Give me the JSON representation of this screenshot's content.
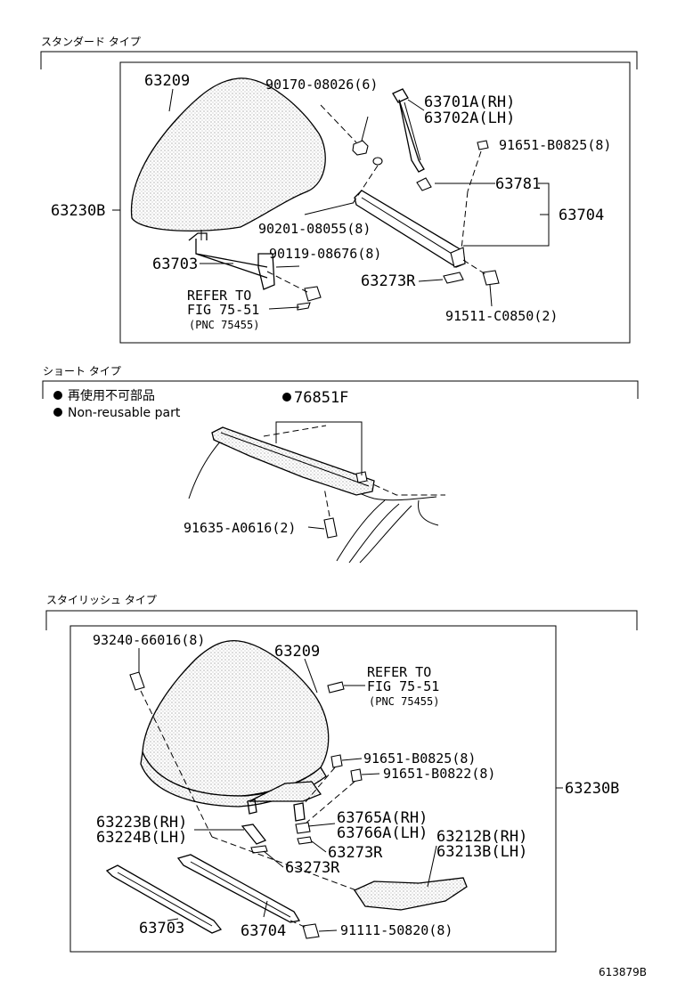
{
  "sections": {
    "standard": "スタンダード タイプ",
    "short": "ショート タイプ",
    "stylish": "スタイリッシュ タイプ"
  },
  "legend": {
    "jp": "再使用不可部品",
    "en": "Non-reusable part"
  },
  "standard_labels": {
    "p63209": "63209",
    "p90170": "90170-08026(6)",
    "p63701": "63701A(RH)",
    "p63702": "63702A(LH)",
    "p91651": "91651-B0825(8)",
    "p63781": "63781",
    "p63704": "63704",
    "p63230B": "63230B",
    "p90201": "90201-08055(8)",
    "p63703": "63703",
    "p90119": "90119-08676(8)",
    "p63273R": "63273R",
    "refer1": "REFER TO",
    "refer2": "FIG 75-51",
    "refer3": "(PNC 75455)",
    "p91511": "91511-C0850(2)"
  },
  "short_labels": {
    "p76851F": "76851F",
    "p91635": "91635-A0616(2)"
  },
  "stylish_labels": {
    "p93240": "93240-66016(8)",
    "p63209": "63209",
    "refer1": "REFER TO",
    "refer2": "FIG 75-51",
    "refer3": "(PNC 75455)",
    "p91651a": "91651-B0825(8)",
    "p91651b": "91651-B0822(8)",
    "p63230B": "63230B",
    "p63223": "63223B(RH)",
    "p63224": "63224B(LH)",
    "p63765": "63765A(RH)",
    "p63766": "63766A(LH)",
    "p63212": "63212B(RH)",
    "p63213": "63213B(LH)",
    "p63273R_a": "63273R",
    "p63273R_b": "63273R",
    "p63703": "63703",
    "p63704": "63704",
    "p91111": "91111-50820(8)"
  },
  "figure_id": "613879B"
}
